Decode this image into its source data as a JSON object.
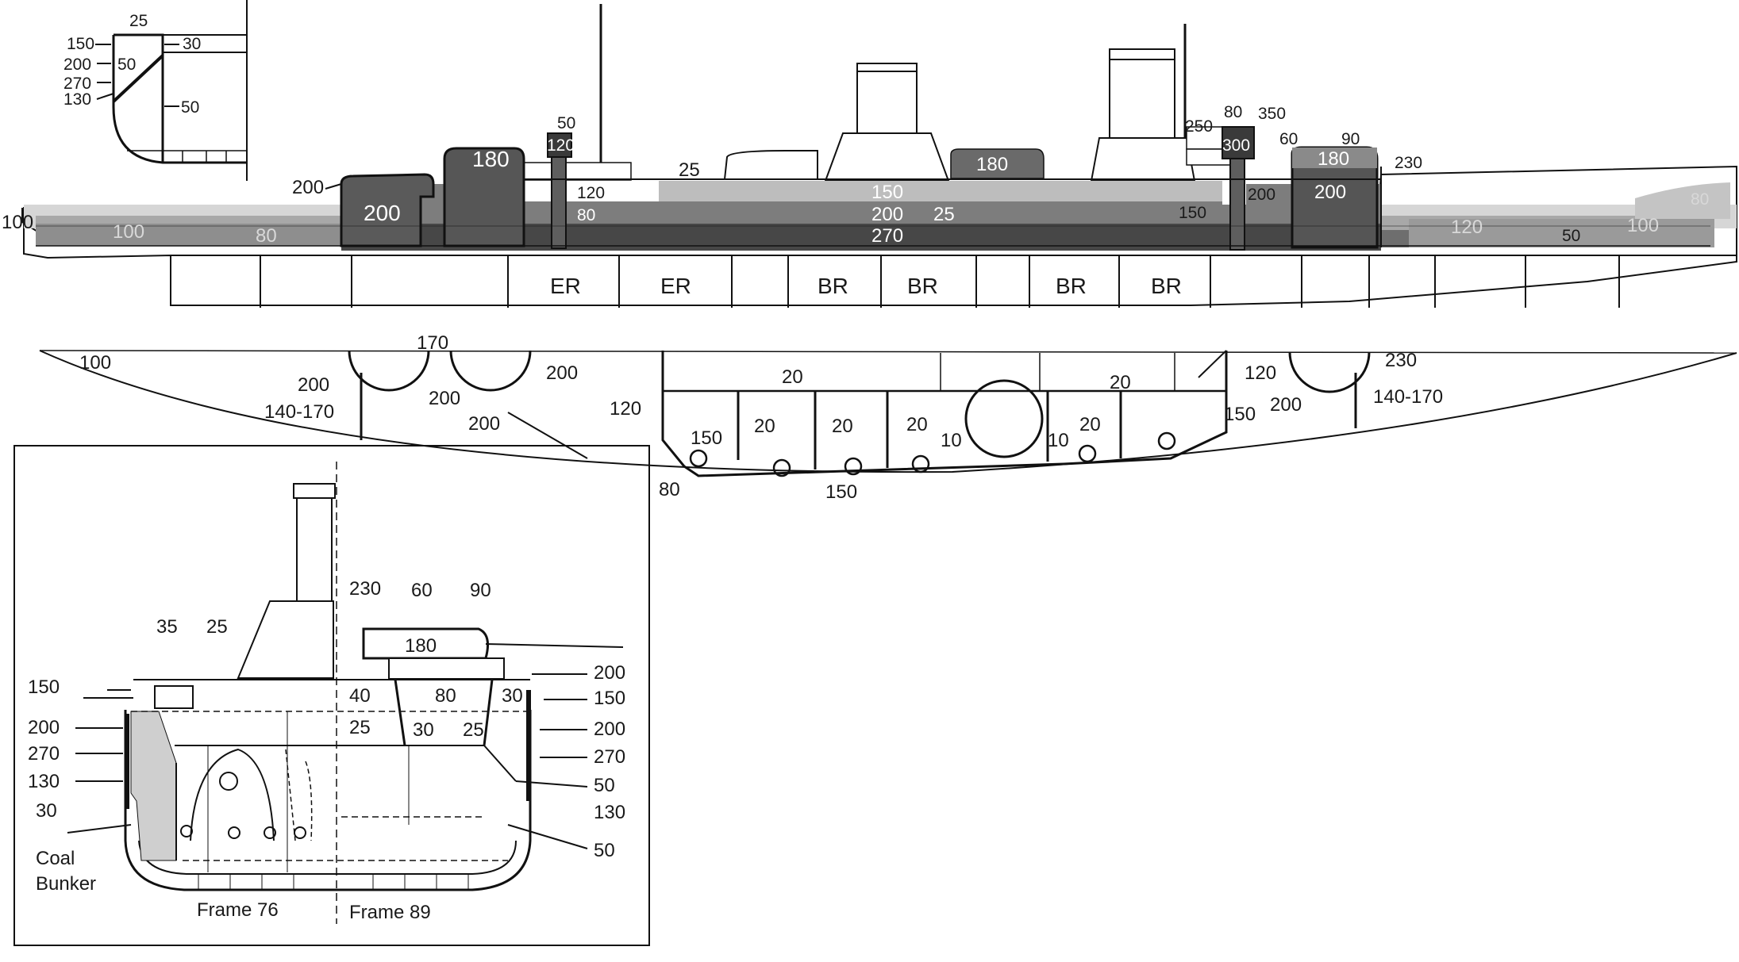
{
  "diagram": {
    "colors": {
      "armor_dark": "#4a4a4a",
      "armor_mid": "#757575",
      "armor_light": "#a9a9a9",
      "armor_pale": "#d0d0d0",
      "line": "#111111",
      "coal": "#cfcfcf"
    },
    "inset_detail": {
      "labels": [
        "25",
        "150",
        "30",
        "200",
        "50",
        "270",
        "50",
        "130"
      ]
    },
    "profile": {
      "belt_labels": [
        "100",
        "100",
        "80",
        "200",
        "200",
        "180",
        "120",
        "80",
        "120",
        "50",
        "150",
        "200",
        "25",
        "270",
        "25",
        "180",
        "150",
        "250",
        "80",
        "350",
        "300",
        "60",
        "180",
        "90",
        "230",
        "200",
        "200",
        "120",
        "50",
        "100",
        "80"
      ],
      "compartments": [
        "ER",
        "ER",
        "BR",
        "BR",
        "BR",
        "BR"
      ]
    },
    "deck_plan": {
      "labels": [
        "100",
        "170",
        "200",
        "200",
        "200",
        "140-170",
        "200",
        "20",
        "120",
        "120",
        "20",
        "230",
        "200",
        "140-170",
        "150",
        "20",
        "20",
        "20",
        "10",
        "10",
        "20",
        "150",
        "80",
        "150"
      ]
    },
    "cross_section": {
      "top_labels": [
        "230",
        "60",
        "90",
        "35",
        "25",
        "180"
      ],
      "left_labels": [
        "150",
        "200",
        "270",
        "130",
        "30"
      ],
      "right_labels": [
        "200",
        "150",
        "200",
        "270",
        "50",
        "130",
        "50"
      ],
      "inner_labels": [
        "40",
        "80",
        "30",
        "25",
        "30",
        "25"
      ],
      "coal_bunker": [
        "Coal",
        "Bunker"
      ],
      "frames": [
        "Frame 76",
        "Frame 89"
      ]
    }
  }
}
